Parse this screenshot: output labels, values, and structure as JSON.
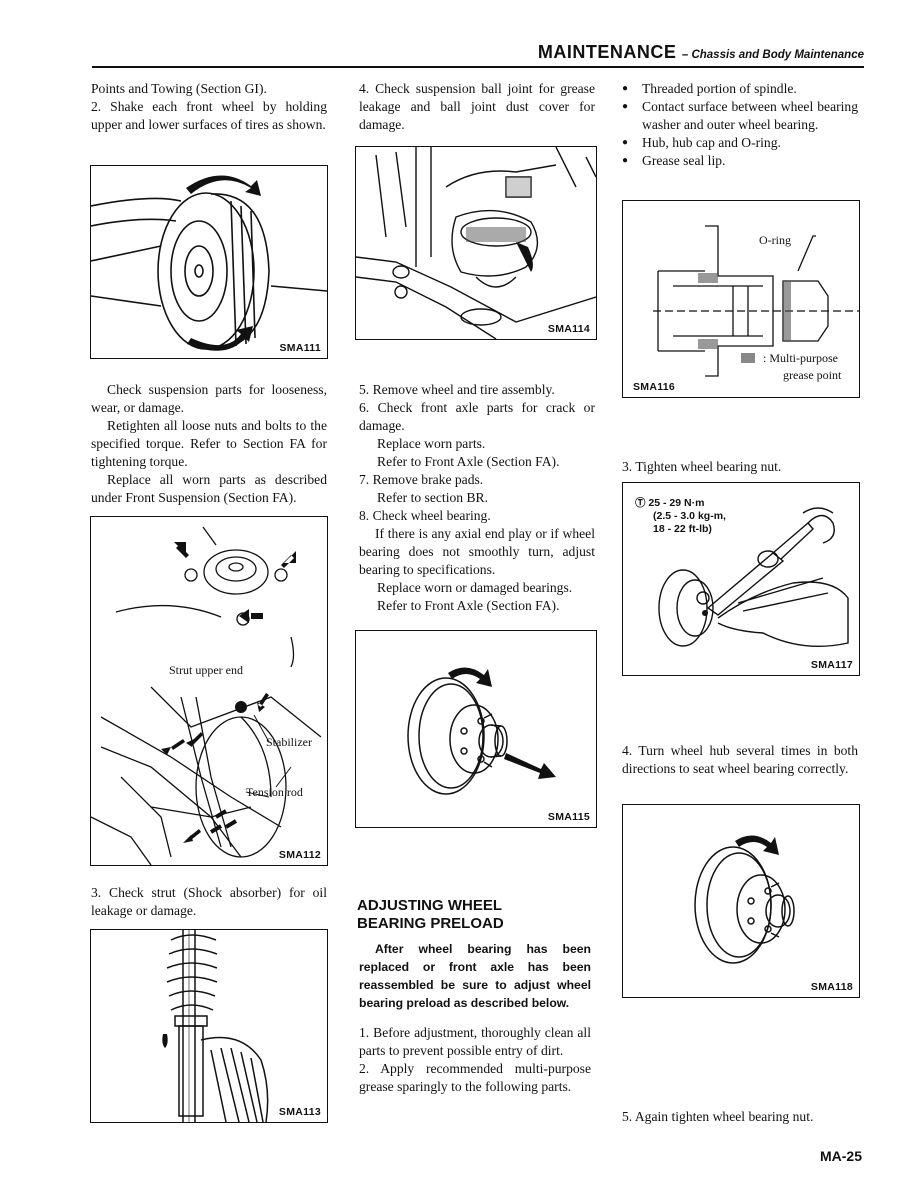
{
  "header": {
    "title": "MAINTENANCE",
    "subtitle": "– Chassis and Body Maintenance"
  },
  "col1": {
    "p1": "Points and Towing (Section GI).",
    "p2": "2. Shake each front wheel by holding upper and lower surfaces of tires as shown.",
    "fig1_code": "SMA111",
    "p3": "Check suspension parts for looseness, wear, or damage.",
    "p4": "Retighten all loose nuts and bolts to the specified torque. Refer to Section FA for tightening torque.",
    "p5": "Replace all worn parts as described under Front Suspension (Section FA).",
    "fig2_code": "SMA112",
    "fig2_strut": "Strut upper end",
    "fig2_stabilizer": "Stabilizer",
    "fig2_tension": "Tension rod",
    "p6": "3. Check strut (Shock absorber) for oil leakage or damage.",
    "fig3_code": "SMA113"
  },
  "col2": {
    "p1": "4. Check suspension ball joint for grease leakage and ball joint dust cover for damage.",
    "fig1_code": "SMA114",
    "s5": "5. Remove wheel and tire assembly.",
    "s6": "6. Check front axle parts for crack or damage.",
    "s6a": "Replace worn parts.",
    "s6b": "Refer to Front Axle (Section FA).",
    "s7": "7. Remove brake pads.",
    "s7a": "Refer to section BR.",
    "s8": "8. Check wheel bearing.",
    "s8a": "If there is any axial end play or if wheel bearing does not smoothly turn, adjust bearing to specifications.",
    "s8b": "Replace worn or damaged bearings.",
    "s8c": "Refer to Front Axle (Section FA).",
    "fig2_code": "SMA115",
    "heading_1": "ADJUSTING WHEEL",
    "heading_2": "BEARING PRELOAD",
    "bold_note": "After wheel bearing has been replaced or front axle has been reassembled be sure to adjust wheel bearing preload as described below.",
    "s1": "1. Before adjustment, thoroughly clean all parts to prevent possible entry of dirt.",
    "s2": "2. Apply recommended multi-purpose grease sparingly to the following parts."
  },
  "col3": {
    "b1": "Threaded portion of spindle.",
    "b2": "Contact surface between wheel bearing washer and outer wheel bearing.",
    "b3": "Hub, hub cap and O-ring.",
    "b4": "Grease seal lip.",
    "fig1_code": "SMA116",
    "fig1_oring": "O-ring",
    "fig1_legend_1": ": Multi-purpose",
    "fig1_legend_2": "grease point",
    "s3": "3. Tighten wheel bearing nut.",
    "torque_1": "25 - 29 N·m",
    "torque_2": "(2.5 - 3.0 kg-m,",
    "torque_3": "18 - 22 ft-lb)",
    "torque_symbol": "Ⓣ",
    "fig2_code": "SMA117",
    "s4": "4. Turn wheel hub several times in both directions to seat wheel bearing correctly.",
    "fig3_code": "SMA118",
    "s5": "5. Again tighten wheel bearing nut."
  },
  "page_number": "MA-25"
}
